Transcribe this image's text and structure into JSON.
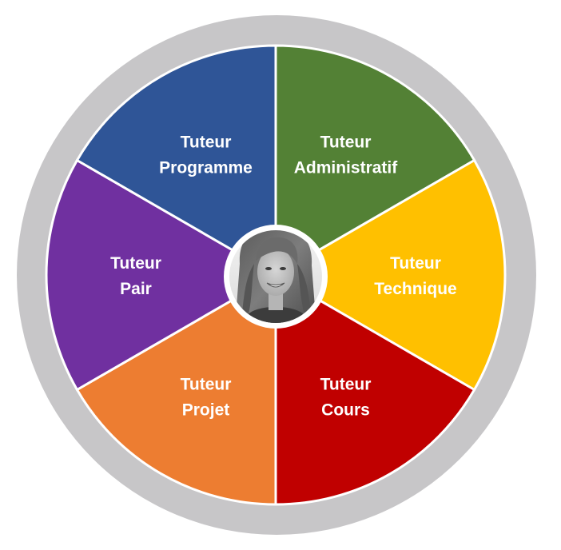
{
  "wheel": {
    "ring_color": "#c7c6c8",
    "divider_color": "#ffffff",
    "center_color": "#ffffff",
    "center_image": "portrait-photo",
    "segments": [
      {
        "line1": "Tuteur",
        "line2": "Administratif",
        "color": "#538135"
      },
      {
        "line1": "Tuteur",
        "line2": "Technique",
        "color": "#ffc000"
      },
      {
        "line1": "Tuteur",
        "line2": "Cours",
        "color": "#c00000"
      },
      {
        "line1": "Tuteur",
        "line2": "Projet",
        "color": "#ed7d31"
      },
      {
        "line1": "Tuteur",
        "line2": "Pair",
        "color": "#7030a0"
      },
      {
        "line1": "Tuteur",
        "line2": "Programme",
        "color": "#2f5597"
      }
    ]
  }
}
